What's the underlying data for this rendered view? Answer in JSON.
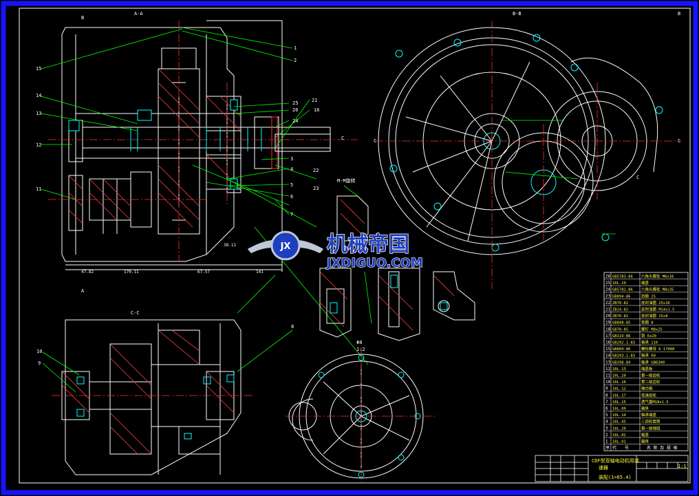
{
  "colors": {
    "background": "#000000",
    "frame_outer": "#1414ff",
    "frame_inner": "#ffffff",
    "outline": "#ffffff",
    "leader": "#00ff00",
    "center": "#ff3030",
    "accent": "#00ffff",
    "hatch": "#ff4040",
    "watermark_text": "#1f3fbf"
  },
  "views": {
    "aa_label": "A-A",
    "bb_label": "B-B",
    "cc_label": "C-C",
    "detail_label": "Φ8",
    "detail_scale": "1:2",
    "wt_label": "M-M旋转",
    "corner_marks": [
      "B",
      "A",
      "B"
    ],
    "section_marks": [
      "C",
      "C",
      "C",
      "C"
    ]
  },
  "balloons_left": [
    "1",
    "2",
    "3",
    "4",
    "5",
    "6",
    "7",
    "8",
    "9",
    "10",
    "11",
    "12",
    "13",
    "14",
    "15",
    "16"
  ],
  "balloons_right": [
    "21",
    "22",
    "23",
    "24",
    "25",
    "26"
  ],
  "dimensions": [
    "170.11",
    "67.57",
    "47.82",
    "38.11",
    "141"
  ],
  "watermark": {
    "cn": "机械帝国",
    "en": "JXDIGUO.COM",
    "badge": "JX"
  },
  "parts_list": {
    "rows": [
      {
        "no": "26",
        "code": "GB5783-86",
        "name": "六角头螺栓 M6x16"
      },
      {
        "no": "25",
        "code": "10L.19",
        "name": "端盖"
      },
      {
        "no": "24",
        "code": "GB5782-86",
        "name": "六角头螺栓 M8x35"
      },
      {
        "no": "23",
        "code": "GB894-86",
        "name": "挡圈 25"
      },
      {
        "no": "22",
        "code": "ZB70-82",
        "name": "皮封油圈 25x16"
      },
      {
        "no": "21",
        "code": "ZB24-82",
        "name": "皮封油圈 M14x1.5"
      },
      {
        "no": "20",
        "code": "ZB70-82",
        "name": "皮封油圈 15x8"
      },
      {
        "no": "19",
        "code": "GB848-85",
        "name": "垫圈 8"
      },
      {
        "no": "18",
        "code": "GB70-85",
        "name": "螺钉 M8x25"
      },
      {
        "no": "17",
        "code": "GB119-86",
        "name": "销 6x20"
      },
      {
        "no": "16",
        "code": "GB292.1-83",
        "name": "轴承 110"
      },
      {
        "no": "15",
        "code": "GB809-86",
        "name": "螺栓螺母 6-17000"
      },
      {
        "no": "14",
        "code": "GB293.1-83",
        "name": "轴承 60"
      },
      {
        "no": "13",
        "code": "GB298-84",
        "name": "轴承 GB6300"
      },
      {
        "no": "12",
        "code": "10L.13",
        "name": "端盖板"
      },
      {
        "no": "11",
        "code": "10L.20",
        "name": "第一级齿轮"
      },
      {
        "no": "10",
        "code": "10L.16",
        "name": "第二级齿轮"
      },
      {
        "no": "9",
        "code": "10L.12",
        "name": "输出轴"
      },
      {
        "no": "8",
        "code": "10L.17",
        "name": "低速齿轮"
      },
      {
        "no": "7",
        "code": "10L.15",
        "name": "透气塞M18x1.5"
      },
      {
        "no": "6",
        "code": "10L.09",
        "name": "箱体"
      },
      {
        "no": "5",
        "code": "10L.14",
        "name": "轴承端盖"
      },
      {
        "no": "4",
        "code": "10L.45",
        "name": "三齿轮套筒"
      },
      {
        "no": "3",
        "code": "10L.20",
        "name": "第一级轴组"
      },
      {
        "no": "2",
        "code": "10L.02",
        "name": "箱盖"
      },
      {
        "no": "1",
        "code": "10L.01",
        "name": "箱体"
      }
    ],
    "header": [
      "序",
      "代",
      "号",
      "名 称 及 规 格"
    ]
  },
  "title_block": {
    "title_line1": "CDF型双轴电动机用减",
    "title_line2": "速器",
    "subtitle": "装配(1=65.4)",
    "scale": "1:1"
  }
}
